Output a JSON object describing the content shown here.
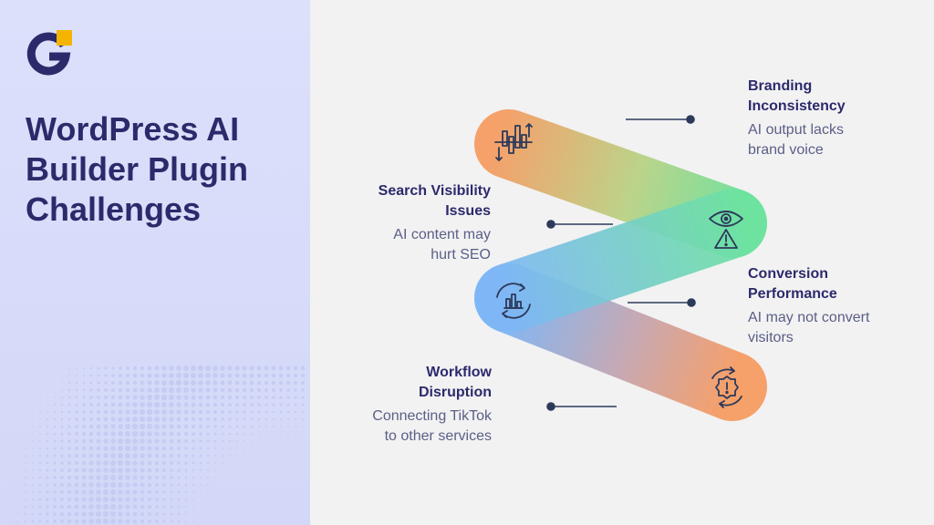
{
  "page": {
    "title_lines": [
      "WordPress AI",
      "Builder Plugin",
      "Challenges"
    ]
  },
  "logo": {
    "name": "g-logo",
    "letter": "G"
  },
  "colors": {
    "title": "#2c2a6b",
    "description": "#5a5f86",
    "left_panel": "#d9dcf9",
    "orange": "#f6a06a",
    "green": "#6ee3a0",
    "blue": "#7fb7f6",
    "connector": "#2c3a5a"
  },
  "challenges": [
    {
      "heading_lines": [
        "Branding",
        "Inconsistency"
      ],
      "description_lines": [
        "AI output lacks",
        "brand voice"
      ],
      "icon": "bar-chart-arrows-icon"
    },
    {
      "heading_lines": [
        "Search Visibility",
        "Issues"
      ],
      "description_lines": [
        "AI content may",
        "hurt SEO"
      ],
      "icon": "eye-warning-icon"
    },
    {
      "heading_lines": [
        "Conversion",
        "Performance"
      ],
      "description_lines": [
        "AI may not convert",
        "visitors"
      ],
      "icon": "refresh-chart-icon"
    },
    {
      "heading_lines": [
        "Workflow",
        "Disruption"
      ],
      "description_lines": [
        "Connecting TikTok",
        "to other services"
      ],
      "icon": "gear-alert-icon"
    }
  ]
}
